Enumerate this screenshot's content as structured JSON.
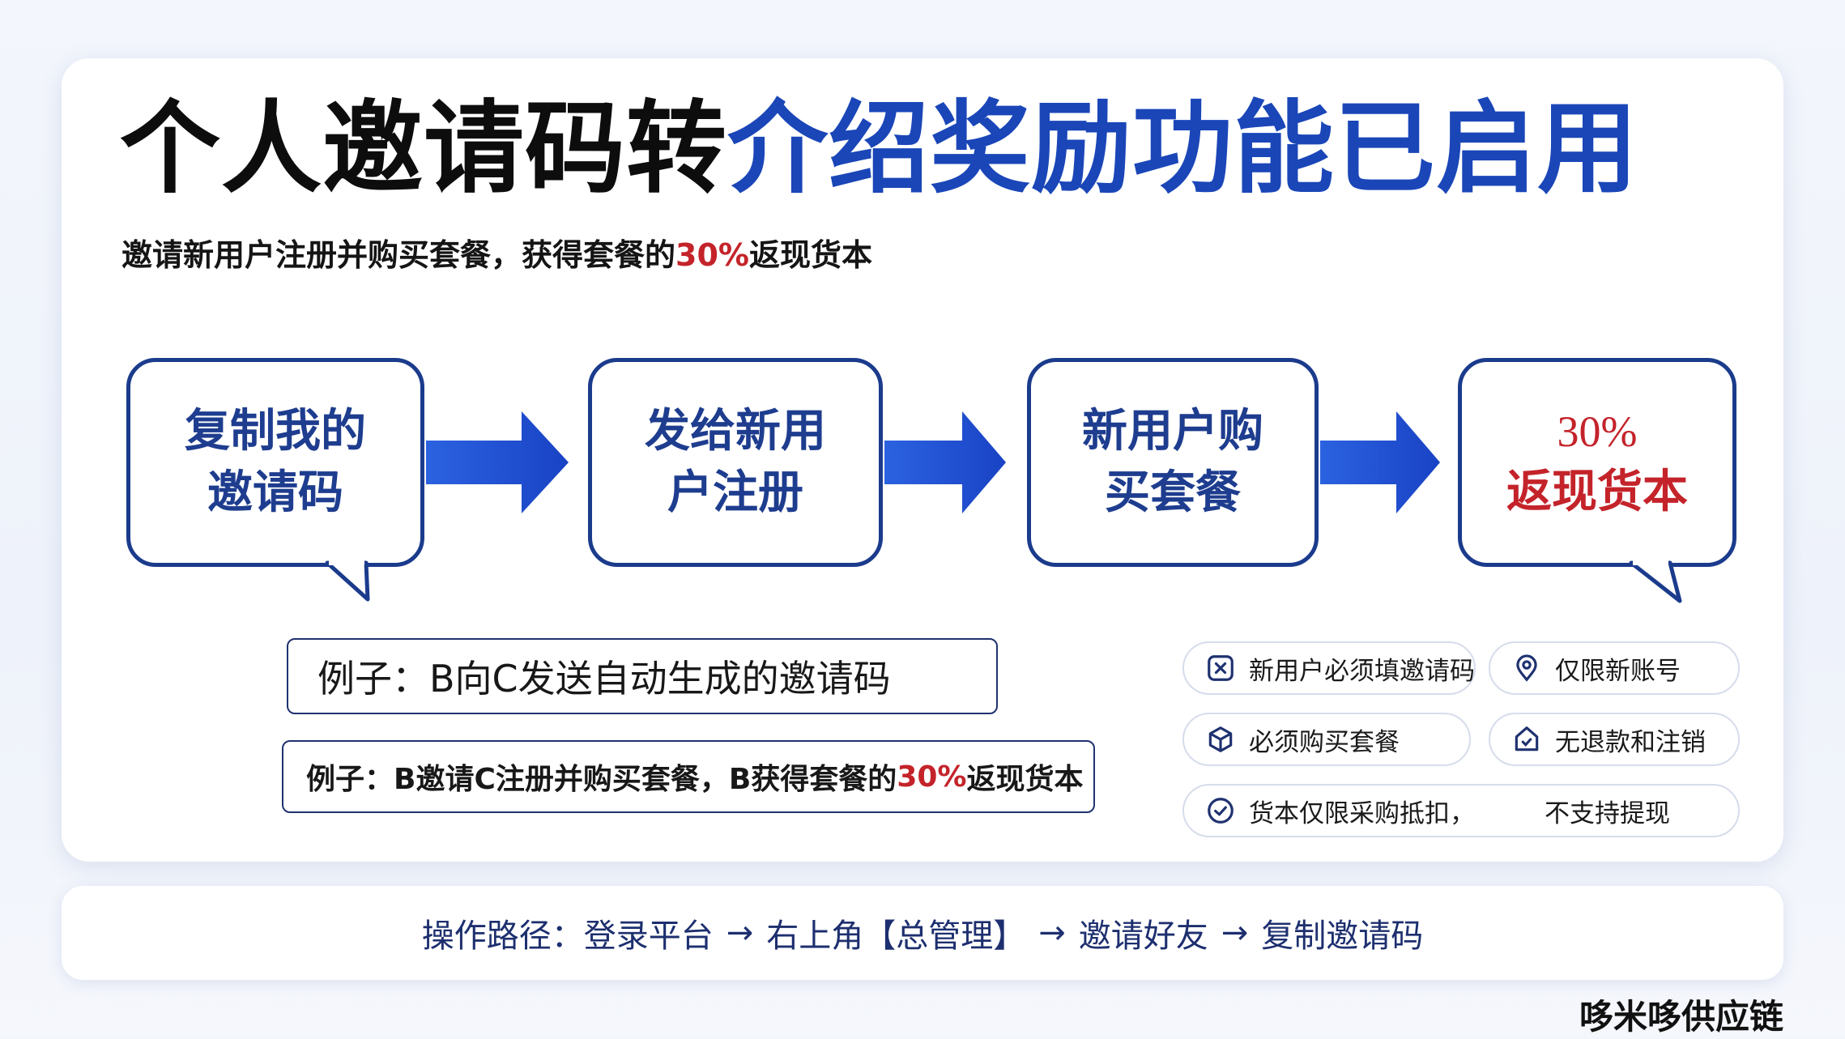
{
  "title": {
    "part1": "个人邀请码转",
    "part2": "介绍奖励功能已启用"
  },
  "subtitle": {
    "before": "邀请新用户注册并购买套餐，获得套餐的",
    "highlight": "30%",
    "after": "返现货本"
  },
  "flow": [
    {
      "line1": "复制我的",
      "line2": "邀请码"
    },
    {
      "line1": "发给新用",
      "line2": "户注册"
    },
    {
      "line1": "新用户购",
      "line2": "买套餐"
    },
    {
      "line1": "30%",
      "line2": "返现货本"
    }
  ],
  "examples": [
    {
      "text": "例子：B向C发送自动生成的邀请码"
    },
    {
      "before": "例子：B邀请C注册并购买套餐，B获得套餐的",
      "highlight": "30%",
      "after": "返现货本"
    }
  ],
  "rules": [
    {
      "icon": "close-box-icon",
      "label": "新用户必须填邀请码"
    },
    {
      "icon": "location-pin-icon",
      "label": "仅限新账号"
    },
    {
      "icon": "package-icon",
      "label": "必须购买套餐"
    },
    {
      "icon": "shield-house-icon",
      "label": "无退款和注销"
    },
    {
      "icon": "check-circle-icon",
      "label": "货本仅限采购抵扣，",
      "label2": "不支持提现"
    }
  ],
  "path": {
    "label": "操作路径：",
    "steps": [
      "登录平台",
      "右上角【总管理】",
      "邀请好友",
      "复制邀请码"
    ],
    "separator": "→"
  },
  "brand": "哆米哆供应链",
  "colors": {
    "accent_blue": "#1a46b8",
    "box_border": "#1b3b8c",
    "highlight_red": "#c4232a",
    "arrow_blue": "#1d4fd6"
  }
}
